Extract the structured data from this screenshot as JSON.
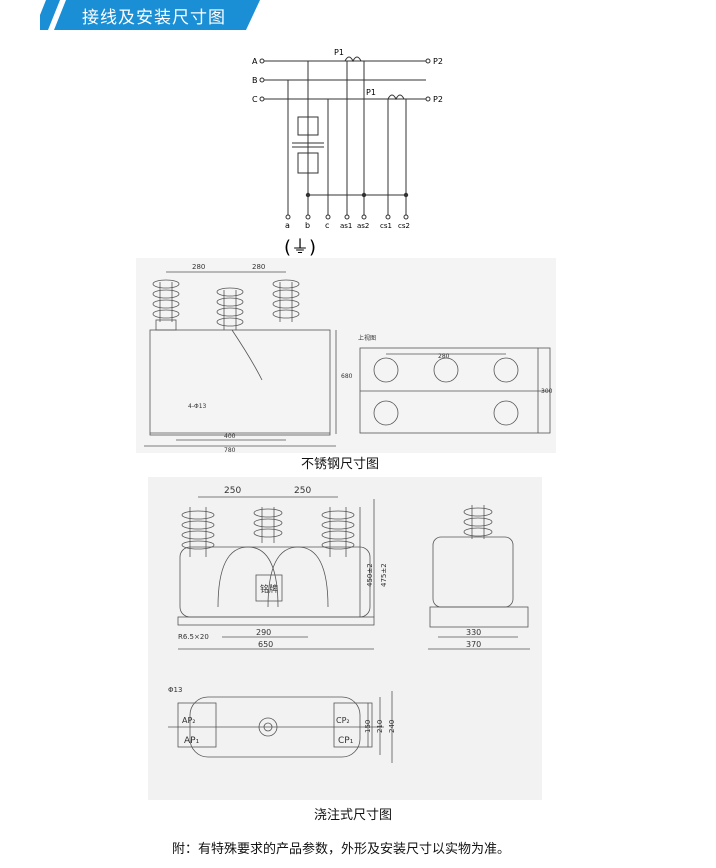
{
  "header": {
    "title": "接线及安装尺寸图",
    "accent_color": "#1a8fd6"
  },
  "wiring": {
    "phases": [
      "A",
      "B",
      "C"
    ],
    "p1_top": "P1",
    "p2_top": "P2",
    "p1_bottom": "P1",
    "p2_bottom": "P2",
    "terminals": [
      "a",
      "b",
      "c",
      "as1",
      "as2",
      "cs1",
      "cs2"
    ],
    "ground_symbol": "(⏚)"
  },
  "stainless": {
    "dims": {
      "spacing_left": "280",
      "spacing_right": "280",
      "height": "680",
      "bolt": "4-Φ13",
      "base_inner": "400",
      "base_outer": "780",
      "top_view_label": "上视图",
      "top_view_spacing": "280",
      "top_view_depth": "300"
    },
    "caption": "不锈钢尺寸图"
  },
  "cast": {
    "dims": {
      "spacing_left": "250",
      "spacing_right": "250",
      "nameplate": "铭牌",
      "h1": "450±2",
      "h2": "475±2",
      "slot": "R6.5×20",
      "w_inner": "290",
      "w_outer": "650",
      "side_inner": "330",
      "side_outer": "370",
      "hole": "Φ13",
      "ap": "AP₁",
      "ap2": "AP₂",
      "cp": "CP₁",
      "cp2": "CP₂",
      "d150": "150",
      "d210": "210",
      "d240": "240"
    },
    "caption": "浇注式尺寸图"
  },
  "footer": {
    "note": "附：有特殊要求的产品参数，外形及安装尺寸以实物为准。"
  }
}
